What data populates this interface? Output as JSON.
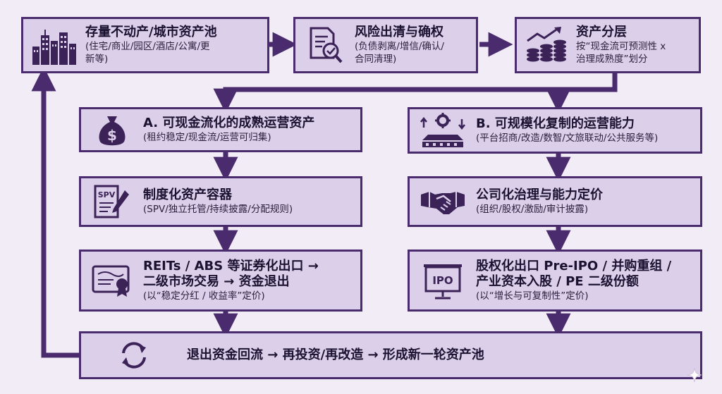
{
  "colors": {
    "background": "#f2ecf6",
    "box_fill": "#dccfea",
    "border": "#4a2c6e",
    "arrow": "#4a2c6e",
    "icon": "#3b2257"
  },
  "top_row": [
    {
      "title": "存量不动产/城市资产池",
      "sub_lines": [
        "(住宅/商业/园区/酒店/公寓/更",
        "新等)"
      ],
      "icon": "city-buildings-icon"
    },
    {
      "title": "风险出清与确权",
      "sub_lines": [
        "(负债剥离/增信/确认/",
        "合同清理)"
      ],
      "icon": "document-magnifier-icon"
    },
    {
      "title": "资产分层",
      "sub_lines": [
        "按“现金流可预测性 x",
        "治理成熟度”划分"
      ],
      "icon": "coins-growth-icon"
    }
  ],
  "left_column": [
    {
      "title": "A. 可现金流化的成熟运营资产",
      "sub_lines": [
        "(租约稳定/现金流/运营可归集)"
      ],
      "icon": "money-bag-icon"
    },
    {
      "title": "制度化资产容器",
      "sub_lines": [
        "(SPV/独立托管/持续披露/分配规则)"
      ],
      "icon": "spv-document-icon",
      "icon_label": "SPV"
    },
    {
      "title_lines": [
        "REITs / ABS 等证券化出口 →",
        "二级市场交易 → 资金退出"
      ],
      "sub_lines": [
        "(以“稳定分红 / 收益率”定价)"
      ],
      "icon": "certificate-icon"
    }
  ],
  "right_column": [
    {
      "title": "B. 可规模化复制的运营能力",
      "sub_lines": [
        "(平台招商/改造/数智/文旅联动/公共服务等)"
      ],
      "icon": "platform-gear-icon"
    },
    {
      "title": "公司化治理与能力定价",
      "sub_lines": [
        "(组织/股权/激励/审计披露)"
      ],
      "icon": "handshake-icon"
    },
    {
      "title_lines": [
        "股权化出口 Pre-IPO / 并购重组 /",
        "产业资本入股 / PE 二级份额"
      ],
      "sub_lines": [
        "(以“增长与可复制性”定价)"
      ],
      "icon": "ipo-board-icon",
      "icon_label": "IPO"
    }
  ],
  "bottom": {
    "title": "退出资金回流 → 再投资/再改造 → 形成新一轮资产池",
    "icon": "recycle-arrows-icon"
  }
}
